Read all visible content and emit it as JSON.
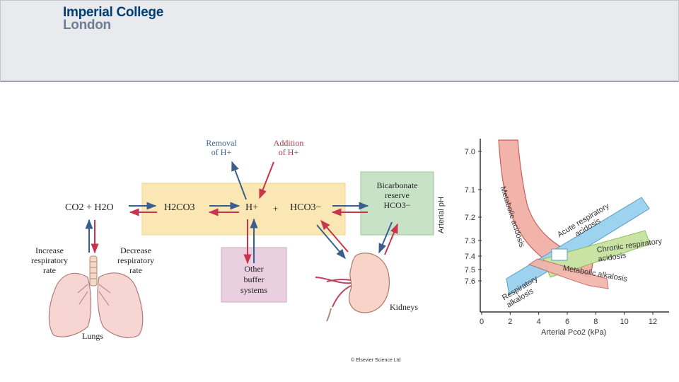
{
  "header": {
    "logo_line1": "Imperial College",
    "logo_line2": "London"
  },
  "diagram": {
    "removal_line1": "Removal",
    "removal_line2": "of H+",
    "addition_line1": "Addition",
    "addition_line2": "of H+",
    "co2_h2o": "CO2 + H2O",
    "h2co3": "H2CO3",
    "h_ion": "H+",
    "plus": "+",
    "hco3": "HCO3−",
    "bicarb_line1": "Bicarbonate",
    "bicarb_line2": "reserve",
    "bicarb_line3": "HCO3−",
    "increase_line1": "Increase",
    "increase_line2": "respiratory",
    "increase_line3": "rate",
    "decrease_line1": "Decrease",
    "decrease_line2": "respiratory",
    "decrease_line3": "rate",
    "other_line1": "Other",
    "other_line2": "buffer",
    "other_line3": "systems",
    "lungs": "Lungs",
    "kidneys": "Kidneys",
    "copyright": "© Elsevier Science Ltd"
  },
  "chart_data": {
    "type": "area",
    "ylabel": "Arterial pH",
    "xlabel": "Arterial Pco2 (kPa)",
    "xlim": [
      0,
      12.5
    ],
    "x_ticks": [
      "0",
      "2",
      "4",
      "6",
      "8",
      "10",
      "12"
    ],
    "y_ticks": [
      "7.0",
      "7.1",
      "7.2",
      "7.3",
      "7.4",
      "7.5",
      "7.6"
    ],
    "regions": [
      {
        "name": "Metabolic acidosis",
        "color": "#f2b3aa"
      },
      {
        "name": "Acute respiratory acidosis",
        "color": "#9dd3ef"
      },
      {
        "name": "Chronic respiratory acidosis",
        "color": "#c9e3a4"
      },
      {
        "name": "Metabolic alkalosis",
        "color": "#f2b3aa"
      },
      {
        "name": "Respiratory alkalosis",
        "color": "#9dd3ef"
      }
    ],
    "label_metabolic_acidosis": "Metabolic acidosis",
    "label_acute_line1": "Acute respiratory",
    "label_acute_line2": "acidosis",
    "label_chronic_line1": "Chronic respiratory",
    "label_chronic_line2": "acidosis",
    "label_metabolic_alkalosis": "Metabolic alkalosis",
    "label_resp_alk_line1": "Respiratory",
    "label_resp_alk_line2": "alkalosis"
  },
  "colors": {
    "header_bg": "#e8eaee",
    "logo_blue": "#003e74",
    "logo_grey": "#6e7f95",
    "h2co3_box": "#fbe7b3",
    "bicarb_box": "#c8e2c8",
    "other_box": "#e9cfe0",
    "arrow_blue": "#3b5f8c",
    "arrow_red": "#c8344c"
  }
}
